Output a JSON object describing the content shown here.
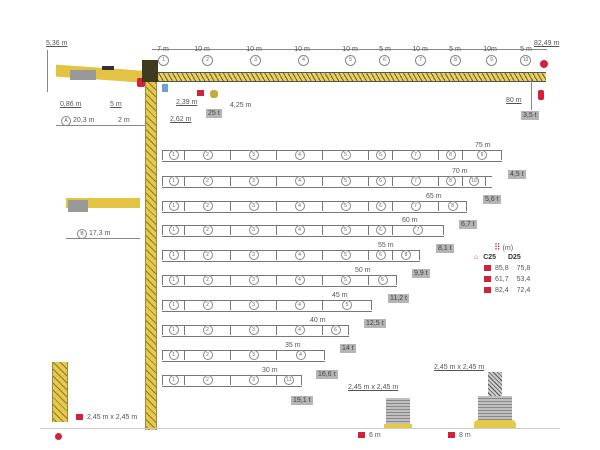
{
  "top_dimensions": {
    "tail_height": "5,36 m",
    "total_reach": "82,49 m",
    "counter_jib_offset": "0,86 m",
    "counter_jib_length_label": "A",
    "counter_jib_length": "20,3 m",
    "dim_5m": "5 m",
    "dim_2m": "2 m",
    "dim_239": "2,39 m",
    "dim_262": "2,62 m",
    "dim_425": "4,25 m",
    "base_load": "25 t",
    "tip_radius": "80 m",
    "tip_load": "3,5 t"
  },
  "jib_sections": [
    {
      "num": "1",
      "length": "7 m"
    },
    {
      "num": "2",
      "length": "10 m"
    },
    {
      "num": "3",
      "length": "10 m"
    },
    {
      "num": "4",
      "length": "10 m"
    },
    {
      "num": "5",
      "length": "10 m"
    },
    {
      "num": "6",
      "length": "5 m"
    },
    {
      "num": "7",
      "length": "10 m"
    },
    {
      "num": "8",
      "length": "5 m"
    },
    {
      "num": "9",
      "length": "10m"
    },
    {
      "num": "10",
      "length": "5 m"
    }
  ],
  "configs": [
    {
      "radius": "75 m",
      "load": "4,5 t",
      "sections": [
        "1",
        "2",
        "3",
        "4",
        "5",
        "6",
        "7",
        "8",
        "9"
      ]
    },
    {
      "radius": "70 m",
      "load": "5,6 t",
      "sections": [
        "1",
        "2",
        "3",
        "4",
        "5",
        "6",
        "7",
        "8",
        "10"
      ]
    },
    {
      "radius": "65 m",
      "load": "6,7 t",
      "sections": [
        "1",
        "2",
        "3",
        "4",
        "5",
        "6",
        "7",
        "8"
      ]
    },
    {
      "radius": "60 m",
      "load": "8,1 t",
      "sections": [
        "1",
        "2",
        "3",
        "4",
        "5",
        "6",
        "7"
      ]
    },
    {
      "radius": "55 m",
      "load": "9,9 t",
      "sections": [
        "1",
        "2",
        "3",
        "4",
        "5",
        "6",
        "8"
      ]
    },
    {
      "radius": "50 m",
      "load": "11,2 t",
      "sections": [
        "1",
        "2",
        "3",
        "4",
        "5",
        "6"
      ]
    },
    {
      "radius": "45 m",
      "load": "12,5 t",
      "sections": [
        "1",
        "2",
        "3",
        "4",
        "5"
      ]
    },
    {
      "radius": "40 m",
      "load": "14 t",
      "sections": [
        "1",
        "2",
        "3",
        "4",
        "6"
      ]
    },
    {
      "radius": "35 m",
      "load": "16,6 t",
      "sections": [
        "1",
        "2",
        "3",
        "4"
      ]
    },
    {
      "radius": "30 m",
      "load": "19,1 t",
      "sections": [
        "1",
        "2",
        "3",
        "11"
      ]
    }
  ],
  "side_counter_jib": {
    "label": "B",
    "length": "17,3 m"
  },
  "legend": {
    "unit": "(m)",
    "col1": "C25",
    "col2": "D25",
    "rows": [
      {
        "icon": "fixed-base-icon",
        "c25": "85,8",
        "d25": "75,8"
      },
      {
        "icon": "travelling-base-icon",
        "c25": "61,7",
        "d25": "53,4"
      },
      {
        "icon": "ballast-base-icon",
        "c25": "82,4",
        "d25": "72,4"
      }
    ]
  },
  "bases": {
    "mast_section": "2,45 m x 2,45 m",
    "small_base_mast": "2,45 m x 2,45 m",
    "small_base_width": "6 m",
    "large_base_mast": "2,45 m x 2,45 m",
    "large_base_width": "8 m"
  },
  "colors": {
    "crane_yellow": "#e7c94a",
    "accent_red": "#d2223a",
    "label_gray": "#b5b5b5"
  }
}
